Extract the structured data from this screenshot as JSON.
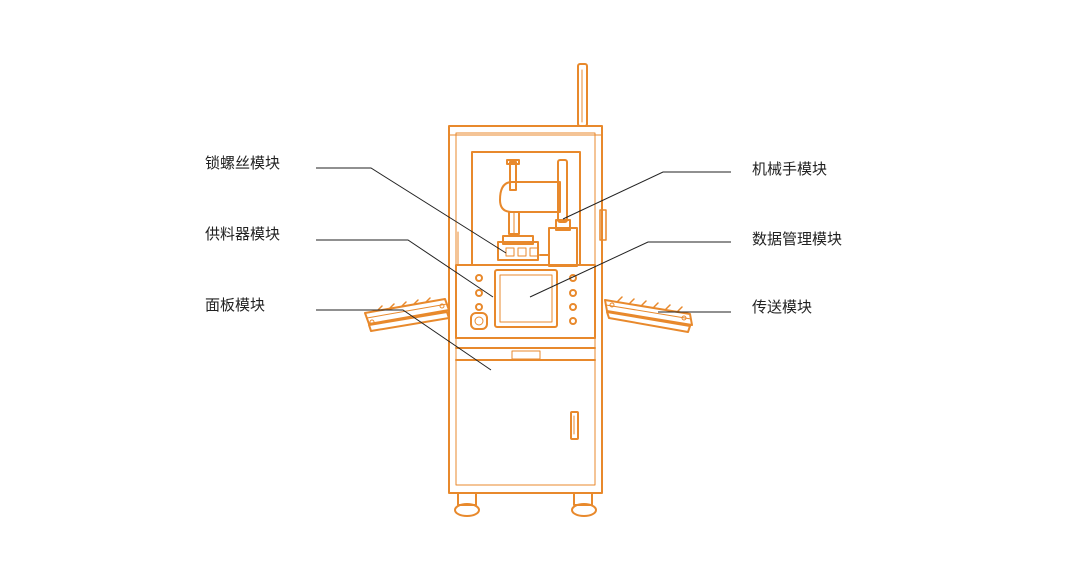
{
  "labels": {
    "screw": "锁螺丝模块",
    "feeder": "供料器模块",
    "panel": "面板模块",
    "robot": "机械手模块",
    "data": "数据管理模块",
    "conveyor": "传送模块"
  },
  "colors": {
    "machine": "#E8892C",
    "machine_inner": "#F2A65A",
    "leader": "#222222"
  }
}
